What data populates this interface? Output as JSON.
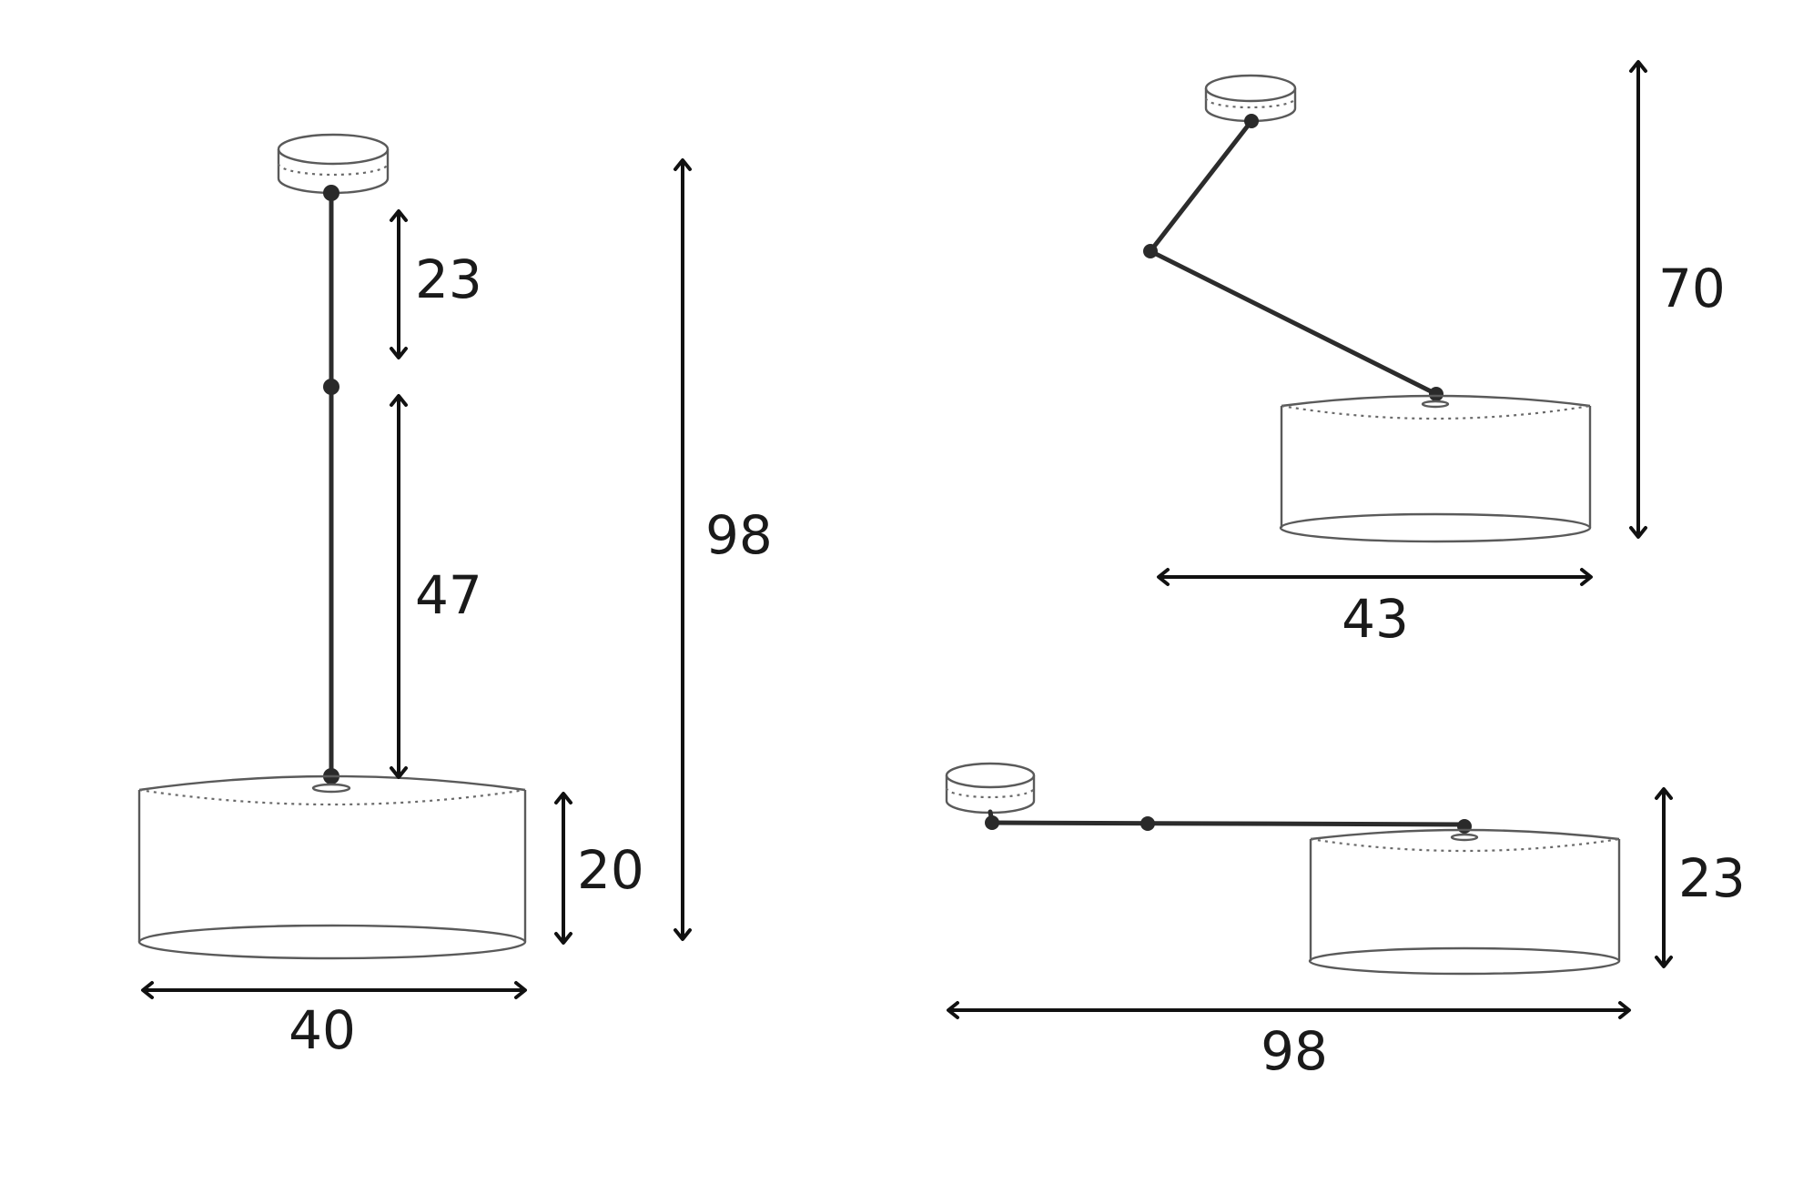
{
  "views": {
    "pendant": {
      "upper_cable_length": "23",
      "lower_cable_length": "47",
      "total_height": "98",
      "shade_height": "20",
      "shade_width": "40"
    },
    "angled": {
      "total_height": "70",
      "width": "43"
    },
    "horizontal": {
      "height": "23",
      "total_length": "98"
    }
  },
  "colors": {
    "dimension_line": "#111111",
    "outline": "#5a5a5a",
    "background": "#ffffff"
  }
}
